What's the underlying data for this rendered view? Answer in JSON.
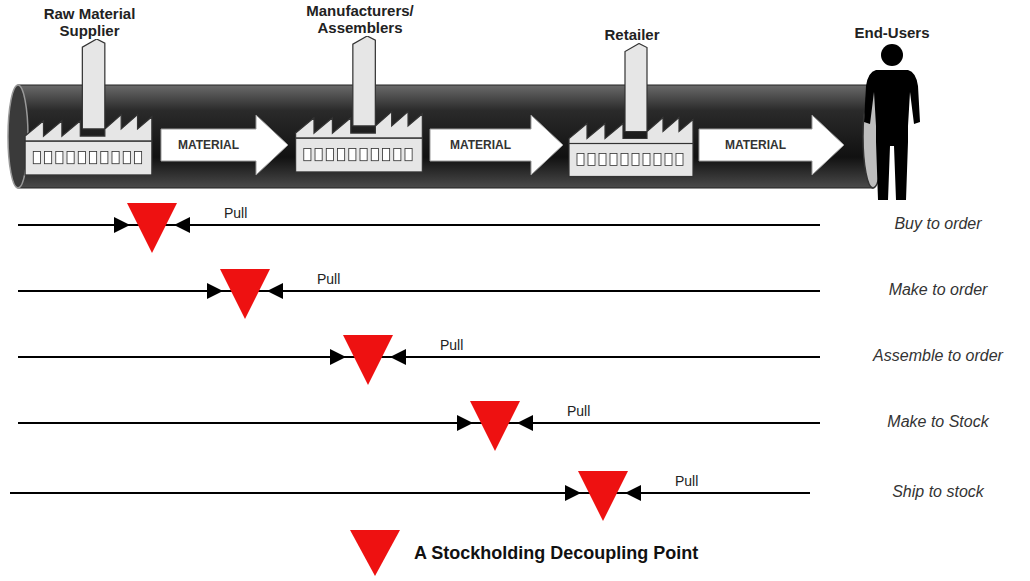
{
  "diagram": {
    "nodes": [
      {
        "text": [
          "Raw Material Supplier"
        ]
      },
      {
        "text": [
          "Manufacturers/ Assemblers"
        ]
      },
      {
        "text": [
          "Retailer"
        ]
      },
      {
        "text": [
          "End-Users"
        ]
      }
    ],
    "edges": [
      {
        "from": 0,
        "to": 1,
        "label": "MATERIAL",
        "arrow": "to"
      },
      {
        "from": 1,
        "to": 2,
        "label": "MATERIAL",
        "arrow": "to"
      },
      {
        "from": 2,
        "to": 3,
        "label": "MATERIAL",
        "arrow": "to"
      }
    ],
    "labels": [
      "Pull",
      "Buy to order",
      "Pull",
      "Make to order",
      "Pull",
      "Assemble to order",
      "Pull",
      "Make to Stock",
      "Pull",
      "Ship to stock"
    ],
    "legend": [
      {
        "text": "A Stockholding Decoupling Point"
      }
    ]
  }
}
